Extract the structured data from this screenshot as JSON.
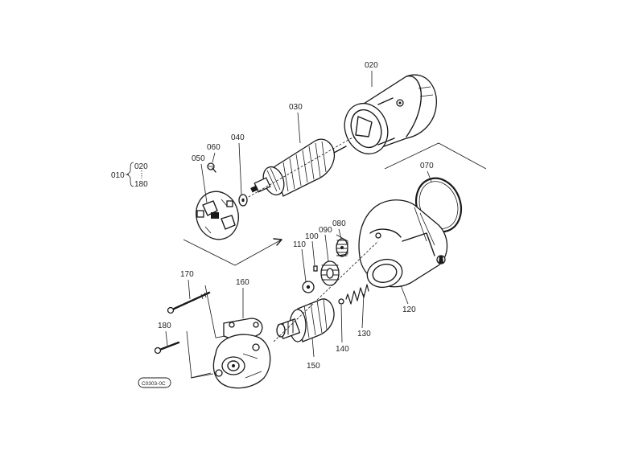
{
  "diagram": {
    "part_numbers": {
      "p010": "010",
      "p020": "020",
      "p020b": "020",
      "p180b": "180",
      "p030": "030",
      "p040": "040",
      "p050": "050",
      "p060": "060",
      "p070": "070",
      "p080": "080",
      "p090": "090",
      "p100": "100",
      "p110": "110",
      "p120": "120",
      "p130": "130",
      "p140": "140",
      "p150": "150",
      "p160": "160",
      "p170": "170",
      "p180": "180"
    },
    "ref_code": "C0303-0C"
  }
}
